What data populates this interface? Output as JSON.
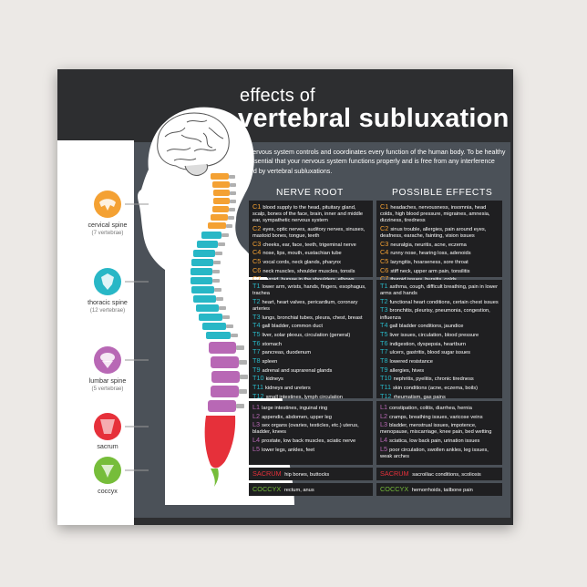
{
  "title": {
    "line1": "effects of",
    "line2": "vertebral subluxation"
  },
  "intro": "The nervous system controls and coordinates every function of the human body. To be healthy it is essential that your nervous system functions properly and is free from any interference caused by vertebral subluxations.",
  "headers": {
    "nerve_root": "NERVE ROOT",
    "effects": "POSSIBLE EFFECTS"
  },
  "regions": [
    {
      "name": "cervical spine",
      "sub": "(7 vertebrae)"
    },
    {
      "name": "thoracic spine",
      "sub": "(12 vertebrae)"
    },
    {
      "name": "lumbar spine",
      "sub": "(5 vertebrae)"
    },
    {
      "name": "sacrum",
      "sub": ""
    },
    {
      "name": "coccyx",
      "sub": ""
    }
  ],
  "nerve_root": {
    "cervical": [
      [
        "C1",
        "blood supply to the head, pituitary gland, scalp, bones of the face, brain, inner and middle ear, sympathetic nervous system"
      ],
      [
        "C2",
        "eyes, optic nerves, auditory nerves, sinuses, mastoid bones, tongue, teeth"
      ],
      [
        "C3",
        "cheeks, ear, face, teeth, trigeminal nerve"
      ],
      [
        "C4",
        "nose, lips, mouth, eustachian tube"
      ],
      [
        "C5",
        "vocal cords, neck glands, pharynx"
      ],
      [
        "C6",
        "neck muscles, shoulder muscles, tonsils"
      ],
      [
        "C7",
        "thyroid, bursae in the shoulders, elbows"
      ]
    ],
    "thoracic": [
      [
        "T1",
        "lower arm, wrists, hands, fingers, esophagus, trachea"
      ],
      [
        "T2",
        "heart, heart valves, pericardium, coronary arteries"
      ],
      [
        "T3",
        "lungs, bronchial tubes, pleura, chest, breast"
      ],
      [
        "T4",
        "gall bladder, common duct"
      ],
      [
        "T5",
        "liver, solar plexus, circulation (general)"
      ],
      [
        "T6",
        "stomach"
      ],
      [
        "T7",
        "pancreas, duodenum"
      ],
      [
        "T8",
        "spleen"
      ],
      [
        "T9",
        "adrenal and suprarenal glands"
      ],
      [
        "T10",
        "kidneys"
      ],
      [
        "T11",
        "kidneys and ureters"
      ],
      [
        "T12",
        "small intestines, lymph circulation"
      ]
    ],
    "lumbar": [
      [
        "L1",
        "large intestines, inguinal ring"
      ],
      [
        "L2",
        "appendix, abdomen, upper leg"
      ],
      [
        "L3",
        "sex organs (ovaries, testicles, etc.) uterus, bladder, knees"
      ],
      [
        "L4",
        "prostate, low back muscles, sciatic nerve"
      ],
      [
        "L5",
        "lower legs, ankles, feet"
      ]
    ],
    "sacrum": [
      "SACRUM",
      "hip bones, buttocks"
    ],
    "coccyx": [
      "COCCYX",
      "rectum, anus"
    ]
  },
  "effects": {
    "cervical": [
      [
        "C1",
        "headaches, nervousness, insomnia, head colds, high blood pressure, migraines, amnesia, dizziness, tiredness"
      ],
      [
        "C2",
        "sinus trouble, allergies, pain around eyes, deafness, earache, fainting, vision issues"
      ],
      [
        "C3",
        "neuralgia, neuritis, acne, eczema"
      ],
      [
        "C4",
        "runny nose, hearing loss, adenoids"
      ],
      [
        "C5",
        "laryngitis, hoarseness, sore throat"
      ],
      [
        "C6",
        "stiff neck, upper arm pain, tonsilitis"
      ],
      [
        "C7",
        "thyroid issues, bursitis, colds"
      ]
    ],
    "thoracic": [
      [
        "T1",
        "asthma, cough, difficult breathing, pain in lower arms and hands"
      ],
      [
        "T2",
        "functional heart conditions, certain chest issues"
      ],
      [
        "T3",
        "bronchitis, pleurisy, pneumonia, congestion, influenza"
      ],
      [
        "T4",
        "gall bladder conditions, jaundice"
      ],
      [
        "T5",
        "liver issues, circulation, blood pressure"
      ],
      [
        "T6",
        "indigestion, dyspepsia, heartburn"
      ],
      [
        "T7",
        "ulcers, gastritis, blood sugar issues"
      ],
      [
        "T8",
        "lowered resistance"
      ],
      [
        "T9",
        "allergies, hives"
      ],
      [
        "T10",
        "nephritis, pyelitis, chronic tiredness"
      ],
      [
        "T11",
        "skin conditions (acne, eczema, boils)"
      ],
      [
        "T12",
        "rheumatism, gas pains"
      ]
    ],
    "lumbar": [
      [
        "L1",
        "constipation, colitis, diarrhea, hernia"
      ],
      [
        "L2",
        "cramps, breathing issues, varicose veins"
      ],
      [
        "L3",
        "bladder, menstrual issues, impotence, menopause, miscarriage, knee pain, bed wetting"
      ],
      [
        "L4",
        "sciatica, low back pain, urination issues"
      ],
      [
        "L5",
        "poor circulation, swollen ankles, leg issues, weak arches"
      ]
    ],
    "sacrum": [
      "SACRUM",
      "sacroiliac conditions, scoliosis"
    ],
    "coccyx": [
      "COCCYX",
      "hemorrhoids, tailbone pain"
    ]
  },
  "colors": {
    "cervical": "#f4a133",
    "thoracic": "#28b7c6",
    "lumbar": "#b868b5",
    "sacrum": "#e6303a",
    "coccyx": "#76bd3a",
    "card": "#2d2e30",
    "panel": "#4b5158"
  }
}
